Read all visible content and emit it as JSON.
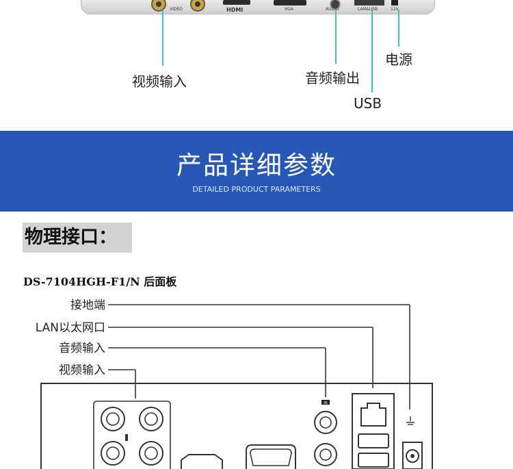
{
  "top_section": {
    "port_labels": {
      "video": "VIDEO",
      "hdmi": "HDMI",
      "vga": "VGA",
      "audio": "AUDIO",
      "lan_usb": "LAN&USB",
      "power": "12V"
    },
    "callouts": {
      "video_input": "视频输入",
      "audio_output": "音频输出",
      "power": "电源",
      "usb": "USB"
    }
  },
  "banner": {
    "title": "产品详细参数",
    "subtitle": "DETAILED PRODUCT PARAMETERS",
    "background": "#2758b7"
  },
  "physical": {
    "heading": "物理接口：",
    "model_title": "DS-7104HGH-F1/N 后面板"
  },
  "diagram_labels": {
    "ground": "接地端",
    "lan": "LAN以太网口",
    "audio_in": "音频输入",
    "video_in": "视频输入",
    "audio_badge": "IN"
  },
  "colors": {
    "leader_line": "#40c0cf",
    "banner_blue": "#2758b7"
  }
}
